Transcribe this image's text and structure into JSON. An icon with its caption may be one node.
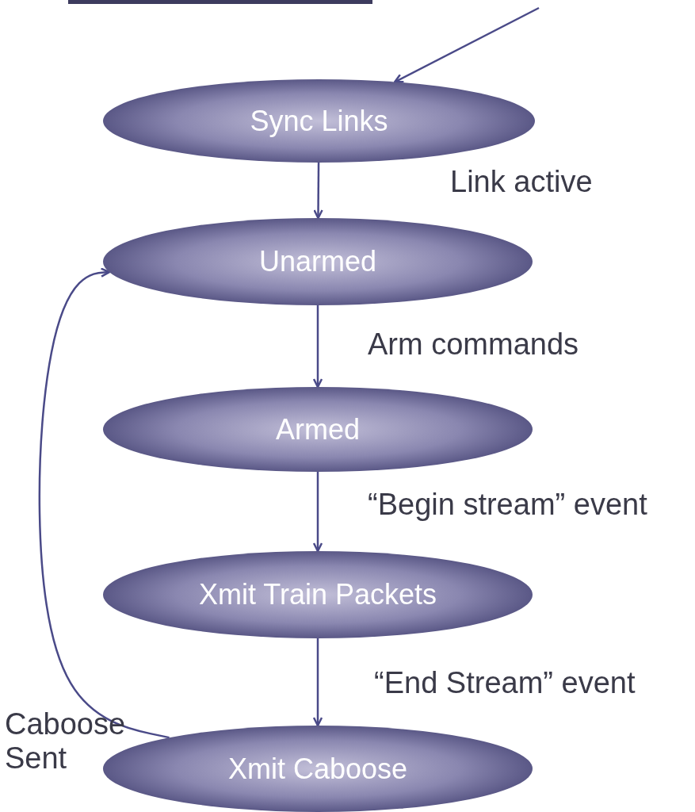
{
  "diagram": {
    "nodes": [
      {
        "text": [
          "Sync Links"
        ]
      },
      {
        "text": [
          "Unarmed"
        ]
      },
      {
        "text": [
          "Armed"
        ]
      },
      {
        "text": [
          "Xmit Train Packets"
        ]
      },
      {
        "text": [
          "Xmit Caboose"
        ]
      }
    ],
    "edges": [
      {
        "from": null,
        "to": 0,
        "arrow": "to"
      },
      {
        "from": 0,
        "to": 1,
        "arrow": "to",
        "label": "Link active"
      },
      {
        "from": 1,
        "to": 2,
        "arrow": "to",
        "label": "Arm commands"
      },
      {
        "from": 2,
        "to": 3,
        "arrow": "to",
        "label": "“Begin stream” event"
      },
      {
        "from": 3,
        "to": 4,
        "arrow": "to",
        "label": "“End Stream” event"
      },
      {
        "from": 4,
        "to": 1,
        "arrow": "to",
        "label": "Caboose Sent"
      }
    ]
  }
}
